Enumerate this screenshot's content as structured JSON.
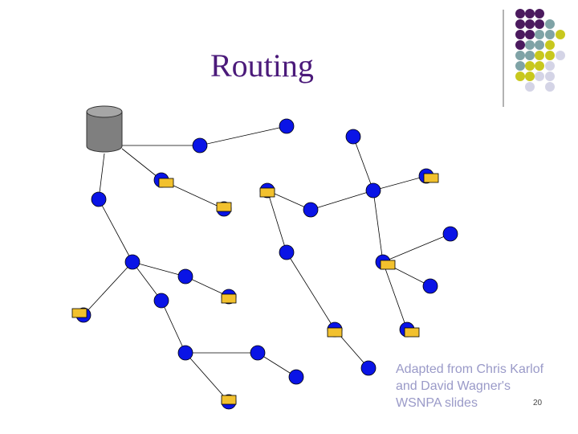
{
  "slide": {
    "title": "Routing",
    "credit": [
      "Adapted from Chris Karlof",
      "and David Wagner's",
      "WSNPA slides"
    ],
    "page_number": "20"
  },
  "colors": {
    "title": "#4b1a7a",
    "node_fill": "#0a14e6",
    "packet_fill": "#f2c12e",
    "base_station": "#7f7f7f",
    "credit_text": "#9a9ac8",
    "dot_purple": "#4b1a5e",
    "dot_teal": "#7fa3a6",
    "dot_olive": "#c8c81e",
    "dot_lavender": "#d4d4e6"
  },
  "diagram": {
    "base_station": {
      "label": "",
      "icon": "database-cylinder-icon"
    },
    "node_count": 26,
    "packet_count": 10,
    "edge_count": 25
  }
}
